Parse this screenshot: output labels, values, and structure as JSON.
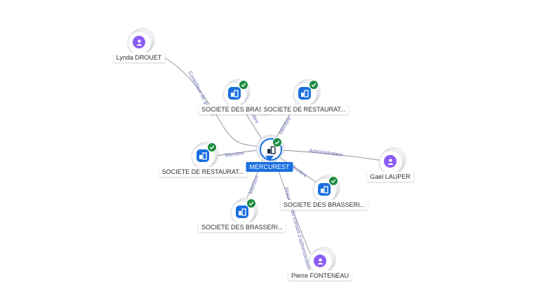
{
  "center": {
    "name": "MERCUREST",
    "icon": "company-icon",
    "verified": true
  },
  "nodes": [
    {
      "id": "lynda",
      "label": "Lynda DROUET",
      "type": "person"
    },
    {
      "id": "c1",
      "label": "SOCIETE DES BRASS",
      "type": "company",
      "verified": true
    },
    {
      "id": "c2",
      "label": "SOCIETE DE RESTAURAT...",
      "type": "company",
      "verified": true
    },
    {
      "id": "c3",
      "label": "SOCIETE DE RESTAURAT...",
      "type": "company",
      "verified": true
    },
    {
      "id": "gael",
      "label": "Gael LAUPER",
      "type": "person"
    },
    {
      "id": "c4",
      "label": "SOCIETE DES BRASSERI...",
      "type": "company",
      "verified": true
    },
    {
      "id": "c5",
      "label": "SOCIETE DES BRASSERI...",
      "type": "company",
      "verified": true
    },
    {
      "id": "pierre",
      "label": "Pierre FONTENEAU",
      "type": "person"
    }
  ],
  "edges": [
    {
      "from": "lynda",
      "label": "Contrôleur de gestion"
    },
    {
      "from": "c1",
      "label": "Membre"
    },
    {
      "from": "c2",
      "label": "Membre"
    },
    {
      "from": "c3",
      "label": "Membre"
    },
    {
      "from": "gael",
      "label": "Administrateur"
    },
    {
      "from": "c4",
      "label": "Membre"
    },
    {
      "from": "c5",
      "label": "Membre"
    },
    {
      "from": "pierre",
      "label": "Président du conseil d'administration"
    }
  ],
  "colors": {
    "company": "#1a6fe0",
    "person": "#8a5cf6",
    "verified": "#1e8c43",
    "edge": "#8a8f9c",
    "edge_label": "#6b6fb3"
  }
}
